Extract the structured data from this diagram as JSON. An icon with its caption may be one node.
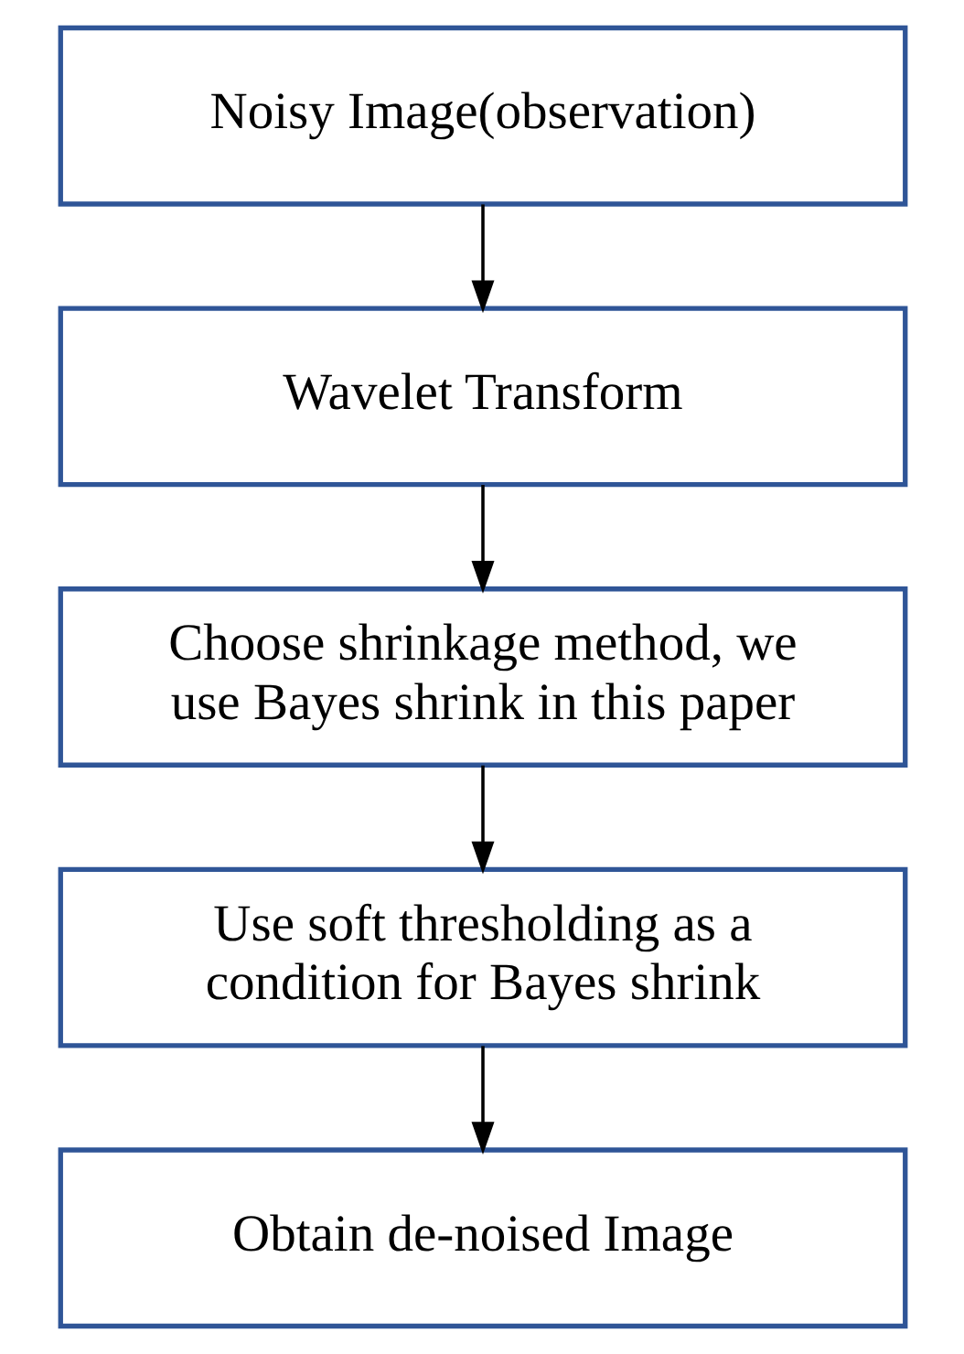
{
  "diagram": {
    "nodes": [
      {
        "text": [
          "Noisy Image(observation)"
        ]
      },
      {
        "text": [
          "Wavelet Transform"
        ]
      },
      {
        "text": [
          "Choose shrinkage method, we use Bayes shrink in this paper"
        ]
      },
      {
        "text": [
          "Use soft thresholding as a condition for Bayes shrink"
        ]
      },
      {
        "text": [
          "Obtain de-noised Image"
        ]
      }
    ],
    "edges": [
      {
        "from": 0,
        "to": 1,
        "arrow": "to"
      },
      {
        "from": 1,
        "to": 2,
        "arrow": "to"
      },
      {
        "from": 2,
        "to": 3,
        "arrow": "to"
      },
      {
        "from": 3,
        "to": 4,
        "arrow": "to"
      }
    ]
  }
}
